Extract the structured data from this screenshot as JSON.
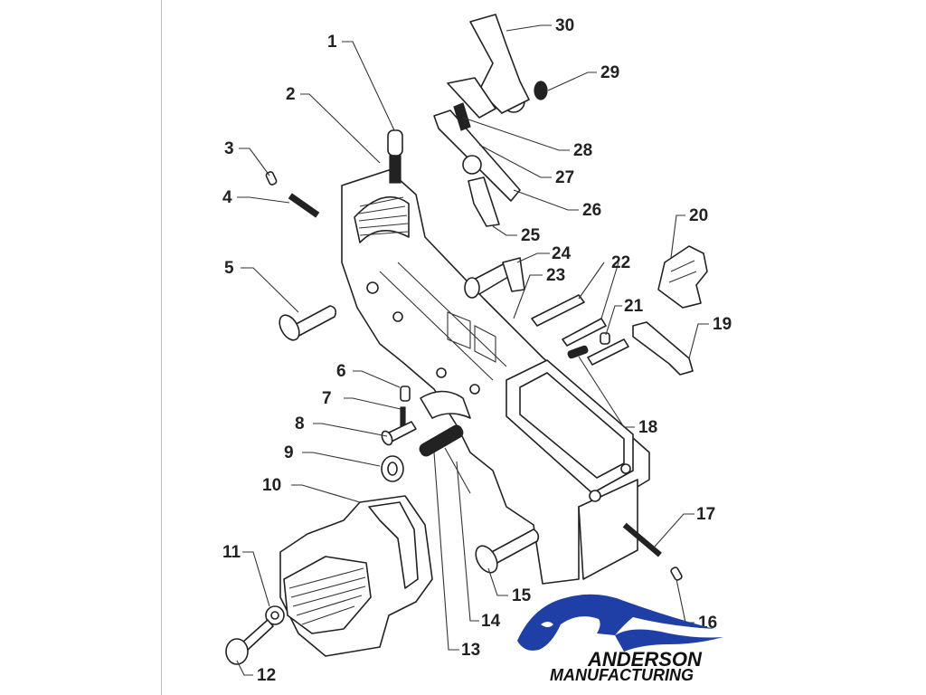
{
  "diagram": {
    "labels": [
      "1",
      "2",
      "3",
      "4",
      "5",
      "6",
      "7",
      "8",
      "9",
      "10",
      "11",
      "12",
      "13",
      "14",
      "15",
      "16",
      "17",
      "18",
      "19",
      "20",
      "21",
      "22",
      "23",
      "24",
      "25",
      "26",
      "27",
      "28",
      "29",
      "30"
    ]
  },
  "logo": {
    "line1": "ANDERSON",
    "line2": "MANUFACTURING",
    "colors": {
      "horse": "#1f3fa6",
      "text": "#111111"
    }
  },
  "colors": {
    "line": "#222222",
    "background": "#ffffff",
    "frame": "#bdbdbd"
  }
}
